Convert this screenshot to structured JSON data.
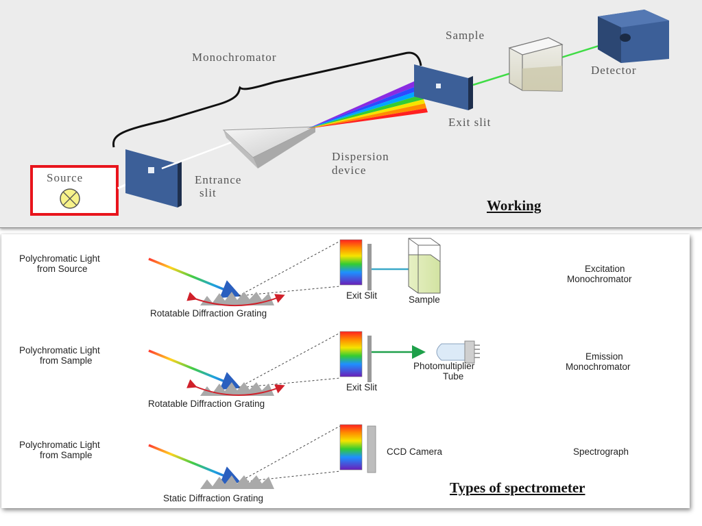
{
  "working": {
    "caption": "Working",
    "labels": {
      "monochromator": "Monochromator",
      "sample": "Sample",
      "detector": "Detector",
      "exit_slit": "Exit slit",
      "dispersion_line1": "Dispersion",
      "dispersion_line2": "device",
      "source": "Source",
      "entrance_line1": "Entrance",
      "entrance_line2": "slit"
    },
    "colors": {
      "source_box": "#e8141c",
      "slit_blue": "#3c5f98",
      "beam": "#3fdc45",
      "lamp": "#f7f28a"
    }
  },
  "types": {
    "caption": "Types of spectrometer",
    "rows": [
      {
        "light_line1": "Polychromatic Light",
        "light_line2": "from Source",
        "grating": "Rotatable Diffraction Grating",
        "slit": "Exit Slit",
        "target": "Sample",
        "mode_line1": "Excitation",
        "mode_line2": "Monochromator"
      },
      {
        "light_line1": "Polychromatic Light",
        "light_line2": "from Sample",
        "grating": "Rotatable Diffraction Grating",
        "slit": "Exit Slit",
        "target_line1": "Photomultiplier",
        "target_line2": "Tube",
        "mode_line1": "Emission",
        "mode_line2": "Monochromator"
      },
      {
        "light_line1": "Polychromatic Light",
        "light_line2": "from Sample",
        "grating": "Static Diffraction Grating",
        "target": "CCD Camera",
        "mode": "Spectrograph"
      }
    ]
  }
}
